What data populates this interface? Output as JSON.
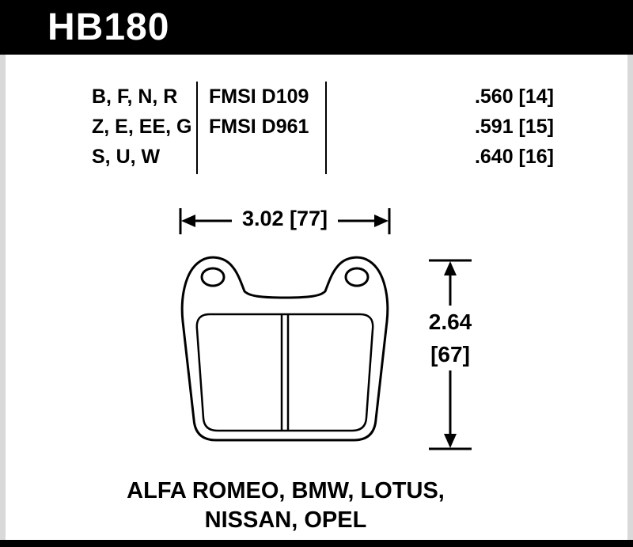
{
  "header": {
    "part_number": "HB180"
  },
  "spec_table": {
    "compound_rows": [
      "B, F, N, R",
      "Z, E, EE, G",
      "S, U, W"
    ],
    "fmsi_rows": [
      "FMSI D109",
      "FMSI D961"
    ],
    "thickness_rows": [
      ".560 [14]",
      ".591 [15]",
      ".640 [16]"
    ]
  },
  "drawing": {
    "width_dimension": "3.02 [77]",
    "height_dimension_in": "2.64",
    "height_dimension_mm": "[67]"
  },
  "applications": {
    "line1": "ALFA ROMEO, BMW, LOTUS,",
    "line2": "NISSAN, OPEL"
  },
  "colors": {
    "banner": "#000000",
    "background": "#ffffff",
    "line": "#000000",
    "side_strip": "#d9d9d9"
  }
}
